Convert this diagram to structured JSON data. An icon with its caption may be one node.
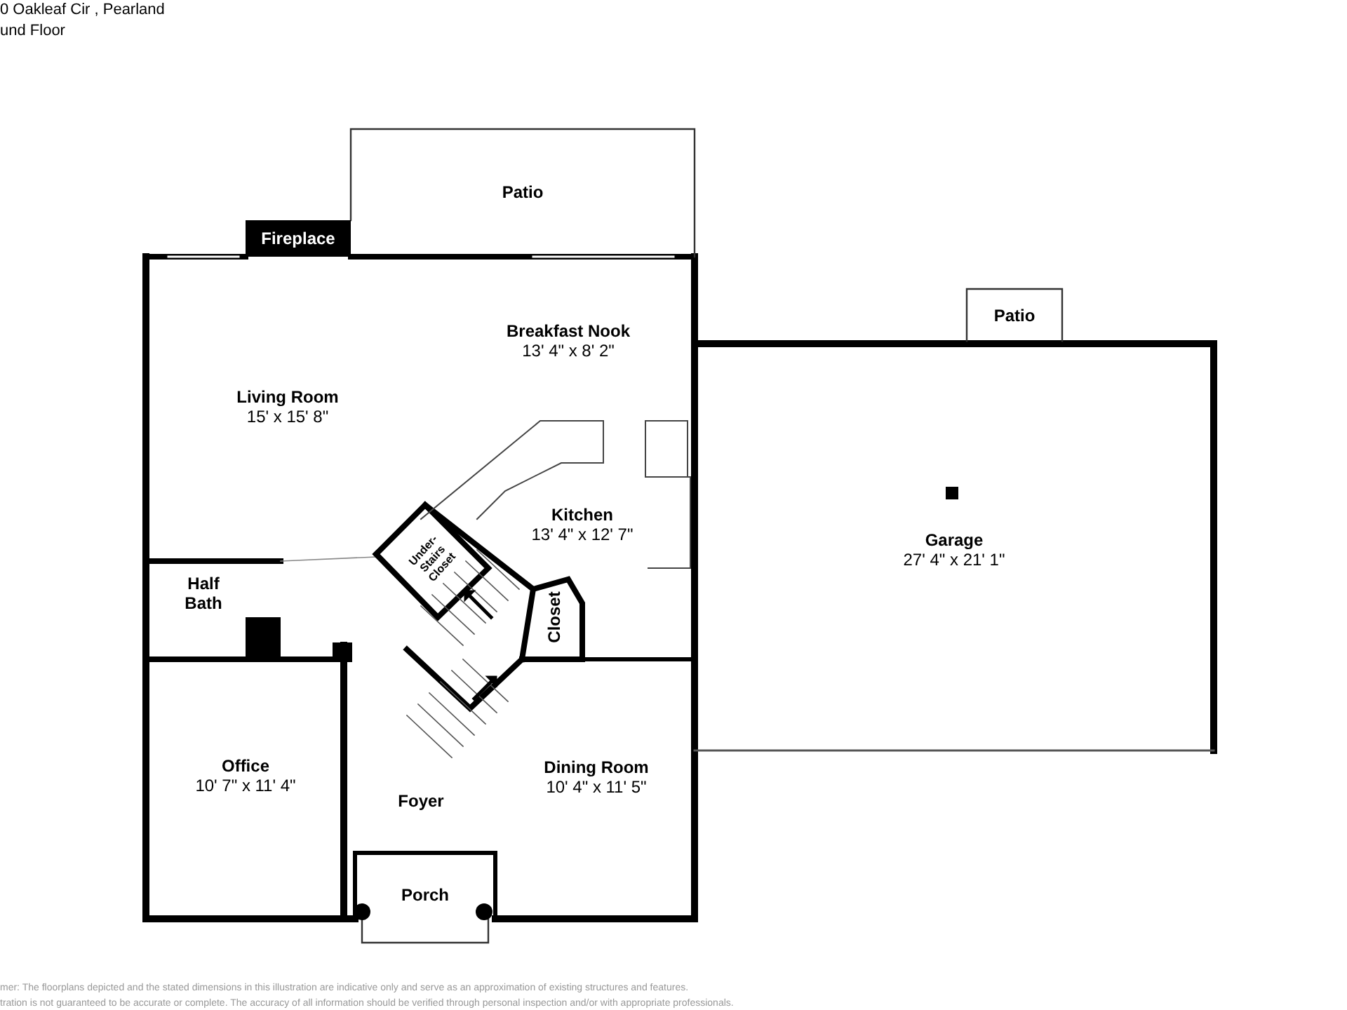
{
  "diagram": {
    "nodes": [
      {
        "text": [
          "Patio"
        ]
      },
      {
        "text": [
          "Fireplace"
        ]
      },
      {
        "text": [
          "Living Room",
          "15' x 15' 8\""
        ]
      },
      {
        "text": [
          "Breakfast Nook",
          "13' 4\" x 8' 2\""
        ]
      },
      {
        "text": [
          "Kitchen",
          "13' 4\" x 12' 7\""
        ]
      },
      {
        "text": [
          "Patio"
        ]
      },
      {
        "text": [
          "Garage",
          "27' 4\" x 21' 1\""
        ]
      },
      {
        "text": [
          "Under-Stairs Closet"
        ]
      },
      {
        "text": [
          "Half Bath"
        ]
      },
      {
        "text": [
          "Closet"
        ]
      },
      {
        "text": [
          "Office",
          "10' 7\" x 11' 4\""
        ]
      },
      {
        "text": [
          "Foyer"
        ]
      },
      {
        "text": [
          "Dining Room",
          "10' 4\" x 11' 5\""
        ]
      },
      {
        "text": [
          "Porch"
        ]
      }
    ],
    "edges": [],
    "labels": [
      "0 Oakleaf Cir , Pearland",
      "und Floor",
      "mer: The floorplans depicted and the stated dimensions in this illustration are indicative only and serve as an approximation of existing structures and features.",
      "tration is not guaranteed to be accurate or complete. The accuracy of all information should be verified through personal inspection and/or with appropriate professionals."
    ]
  }
}
